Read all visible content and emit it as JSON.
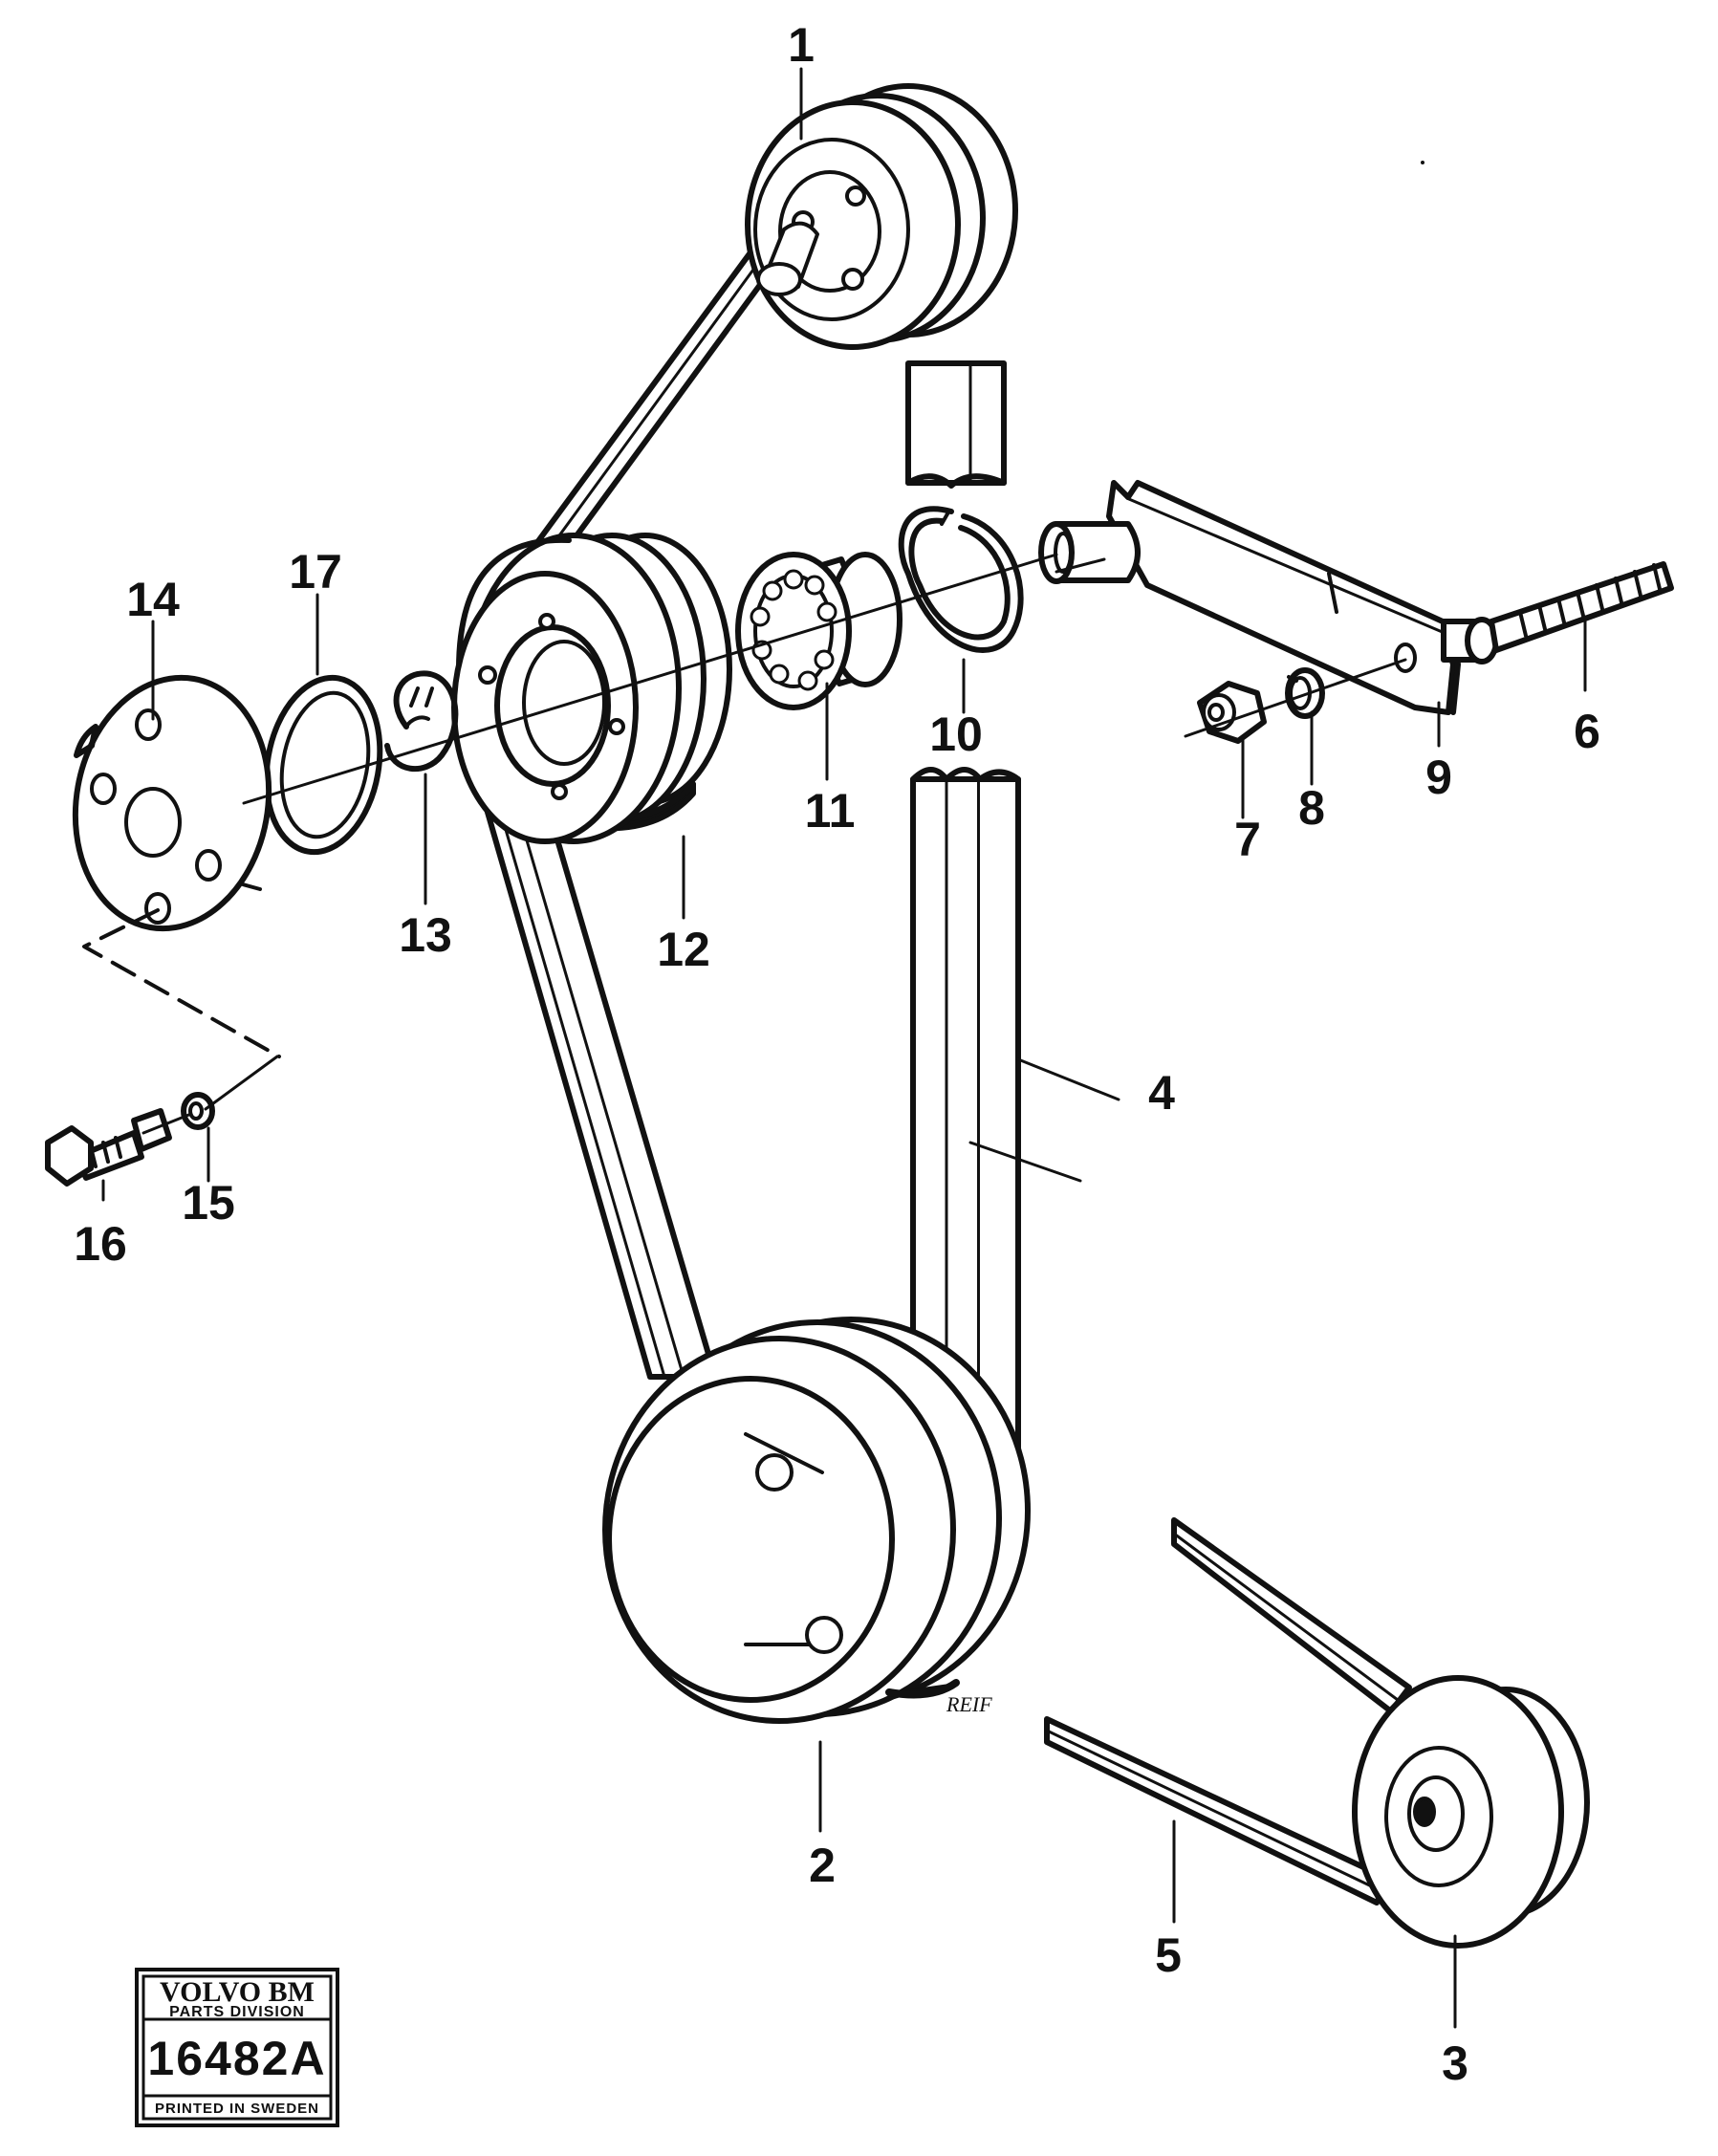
{
  "callouts": {
    "c1": "1",
    "c2": "2",
    "c3": "3",
    "c4": "4",
    "c5": "5",
    "c6": "6",
    "c7": "7",
    "c8": "8",
    "c9": "9",
    "c10": "10",
    "c11": "11",
    "c12": "12",
    "c13": "13",
    "c14": "14",
    "c15": "15",
    "c16": "16",
    "c17": "17"
  },
  "stamp": {
    "brand": "VOLVO BM",
    "division": "PARTS DIVISION",
    "number": "16482A",
    "footer": "PRINTED IN SWEDEN"
  },
  "artist_signature": "REIF",
  "colors": {
    "ink": "#111111",
    "paper": "#ffffff"
  }
}
